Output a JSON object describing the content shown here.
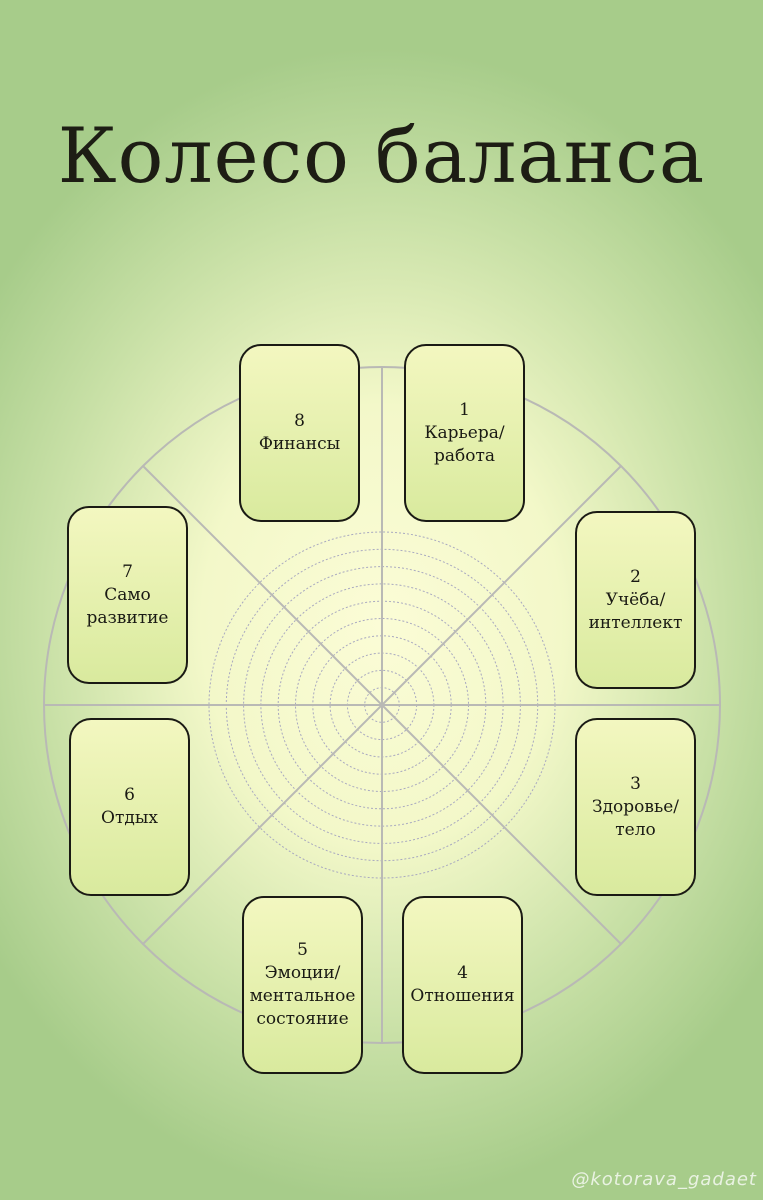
{
  "title": "Колесо баланса",
  "watermark": "@kotorava_gadaet",
  "colors": {
    "wheel_lines": "#b9b9b5",
    "rings": "#a9a9c0",
    "card_border": "#1a1a14",
    "card_fill": "#e6f1ad"
  },
  "sectors": [
    {
      "number": "1",
      "lines": [
        "Карьера/",
        "работа"
      ]
    },
    {
      "number": "2",
      "lines": [
        "Учёба/",
        "интеллект"
      ]
    },
    {
      "number": "3",
      "lines": [
        "Здоровье/",
        "тело"
      ]
    },
    {
      "number": "4",
      "lines": [
        "Отношения"
      ]
    },
    {
      "number": "5",
      "lines": [
        "Эмоции/",
        "ментальное",
        "состояние"
      ]
    },
    {
      "number": "6",
      "lines": [
        "Отдых"
      ]
    },
    {
      "number": "7",
      "lines": [
        "Само",
        "развитие"
      ]
    },
    {
      "number": "8",
      "lines": [
        "Финансы"
      ]
    }
  ]
}
